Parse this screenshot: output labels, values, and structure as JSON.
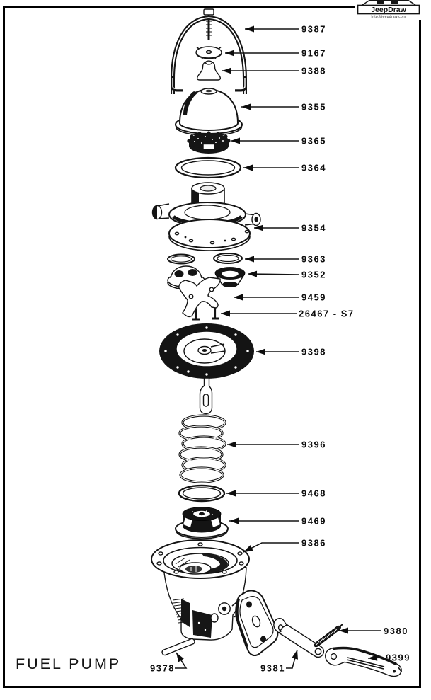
{
  "title": "FUEL PUMP",
  "logo": {
    "name": "JeepDraw",
    "url": "http://jeepdraw.com"
  },
  "diagram_type": "exploded-parts-diagram",
  "colors": {
    "ink": "#141414",
    "paper": "#ffffff"
  },
  "parts": [
    {
      "number": "9387"
    },
    {
      "number": "9167"
    },
    {
      "number": "9388"
    },
    {
      "number": "9355"
    },
    {
      "number": "9365"
    },
    {
      "number": "9364"
    },
    {
      "number": "9354"
    },
    {
      "number": "9363"
    },
    {
      "number": "9352"
    },
    {
      "number": "9459"
    },
    {
      "number": "26467 - S7"
    },
    {
      "number": "9398"
    },
    {
      "number": "9396"
    },
    {
      "number": "9468"
    },
    {
      "number": "9469"
    },
    {
      "number": "9386"
    },
    {
      "number": "9380"
    },
    {
      "number": "9399"
    },
    {
      "number": "9378"
    },
    {
      "number": "9381"
    }
  ]
}
